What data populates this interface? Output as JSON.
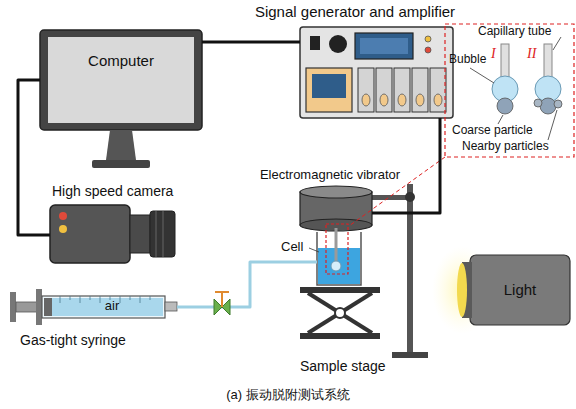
{
  "diagram": {
    "caption": "(a) 振动脱附测试系统",
    "nodes": [
      {
        "text": [
          "Signal generator and amplifier"
        ]
      },
      {
        "text": [
          "Computer"
        ]
      },
      {
        "text": [
          "Electromagnetic vibrator"
        ]
      },
      {
        "text": [
          "High speed camera"
        ]
      },
      {
        "text": [
          "Cell"
        ]
      },
      {
        "text": [
          "Light"
        ]
      },
      {
        "text": [
          "air",
          "Gas-tight syringe"
        ]
      }
    ],
    "edges": [
      {
        "from": 1,
        "to": 0,
        "arrow": "none"
      },
      {
        "from": 1,
        "to": 3,
        "arrow": "none"
      },
      {
        "from": 0,
        "to": 2,
        "arrow": "none"
      },
      {
        "from": 6,
        "to": 4,
        "arrow": "none"
      }
    ],
    "labels": [
      "Capillary tube",
      "Bubble",
      "I",
      "II",
      "Coarse particle",
      "Nearby particles",
      "Sample stage"
    ]
  }
}
